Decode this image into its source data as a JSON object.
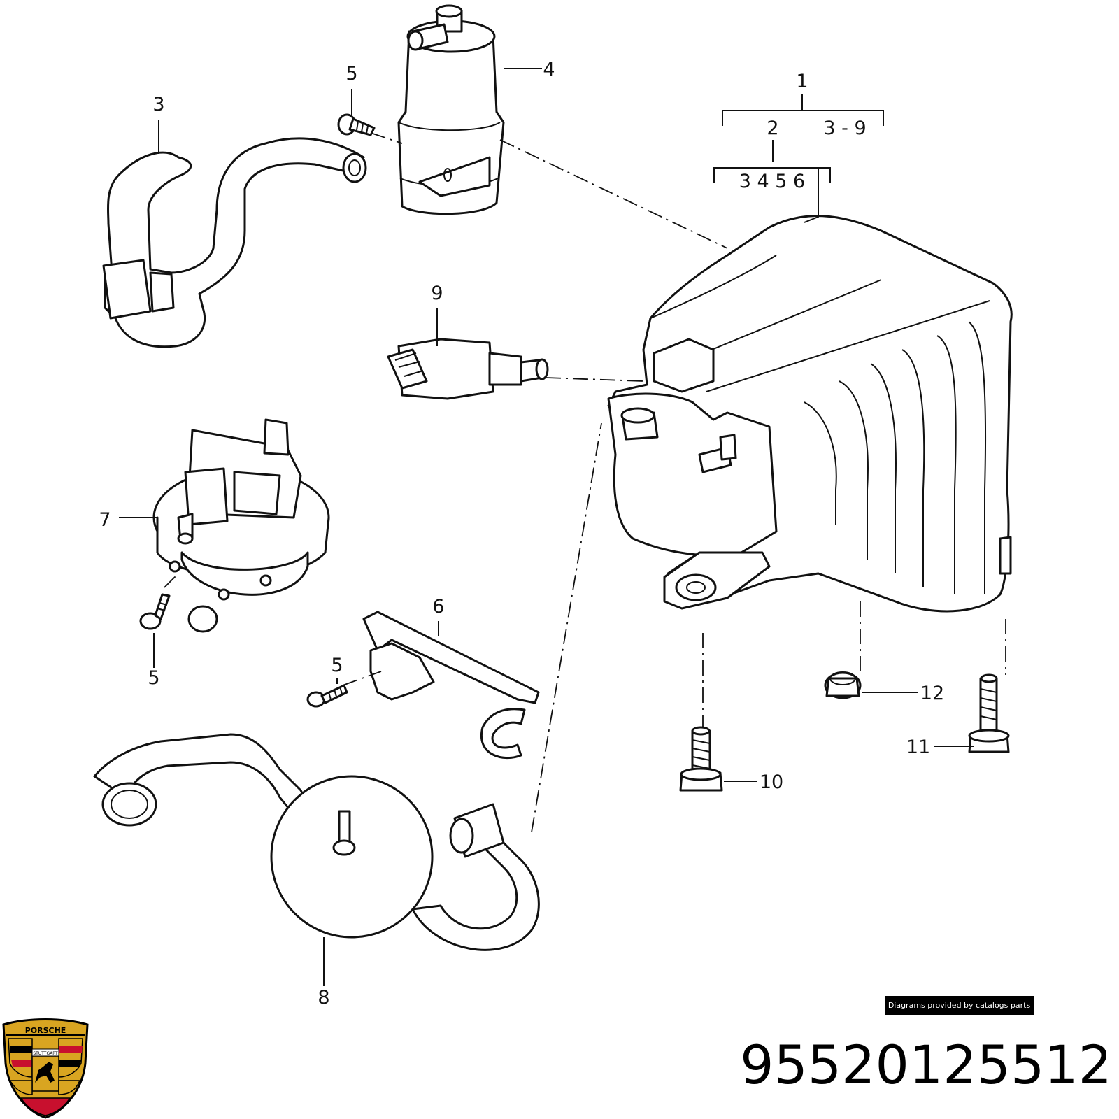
{
  "callouts": {
    "c1": "1",
    "c2": "2",
    "c3_9": "3 - 9",
    "c3456": "3 4 5 6",
    "c3": "3",
    "c4": "4",
    "c5a": "5",
    "c5b": "5",
    "c5c": "5",
    "c6": "6",
    "c7": "7",
    "c8": "8",
    "c9": "9",
    "c10": "10",
    "c11": "11",
    "c12": "12"
  },
  "credit": "Diagrams provided by catalogs parts",
  "part_number": "95520125512",
  "logo": {
    "brand_text": "PORSCHE",
    "city_text": "STUTTGART",
    "colors": {
      "gold": "#d9a521",
      "red": "#c8102e",
      "black": "#000000"
    }
  }
}
